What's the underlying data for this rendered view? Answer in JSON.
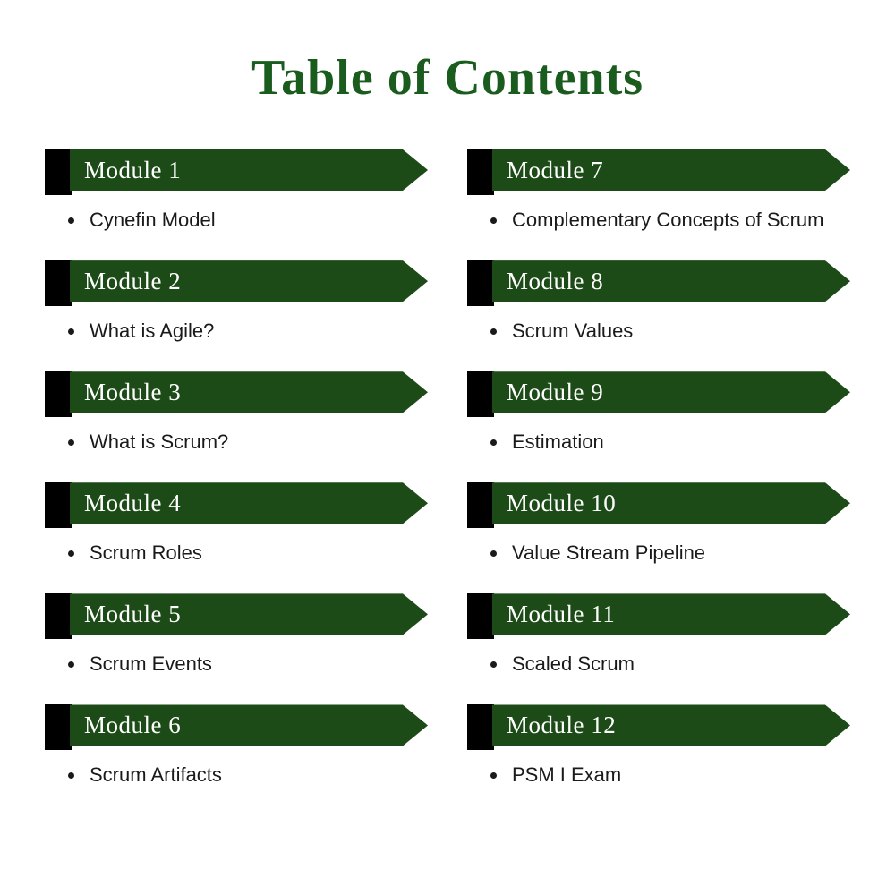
{
  "page": {
    "title": "Table of Contents"
  },
  "colors": {
    "title_green": "#1a5c1e",
    "banner_green": "#1d4b17",
    "tab_black": "#000000"
  },
  "columns": [
    {
      "modules": [
        {
          "label": "Module 1",
          "items": [
            "Cynefin Model"
          ]
        },
        {
          "label": "Module 2",
          "items": [
            "What is Agile?"
          ]
        },
        {
          "label": "Module 3",
          "items": [
            "What is Scrum?"
          ]
        },
        {
          "label": "Module 4",
          "items": [
            "Scrum Roles"
          ]
        },
        {
          "label": "Module 5",
          "items": [
            "Scrum Events"
          ]
        },
        {
          "label": "Module 6",
          "items": [
            "Scrum Artifacts"
          ]
        }
      ]
    },
    {
      "modules": [
        {
          "label": "Module 7",
          "items": [
            "Complementary Concepts of Scrum"
          ]
        },
        {
          "label": "Module 8",
          "items": [
            "Scrum Values"
          ]
        },
        {
          "label": "Module 9",
          "items": [
            "Estimation"
          ]
        },
        {
          "label": "Module 10",
          "items": [
            "Value Stream Pipeline"
          ]
        },
        {
          "label": "Module 11",
          "items": [
            "Scaled Scrum"
          ]
        },
        {
          "label": "Module 12",
          "items": [
            "PSM I Exam"
          ]
        }
      ]
    }
  ]
}
